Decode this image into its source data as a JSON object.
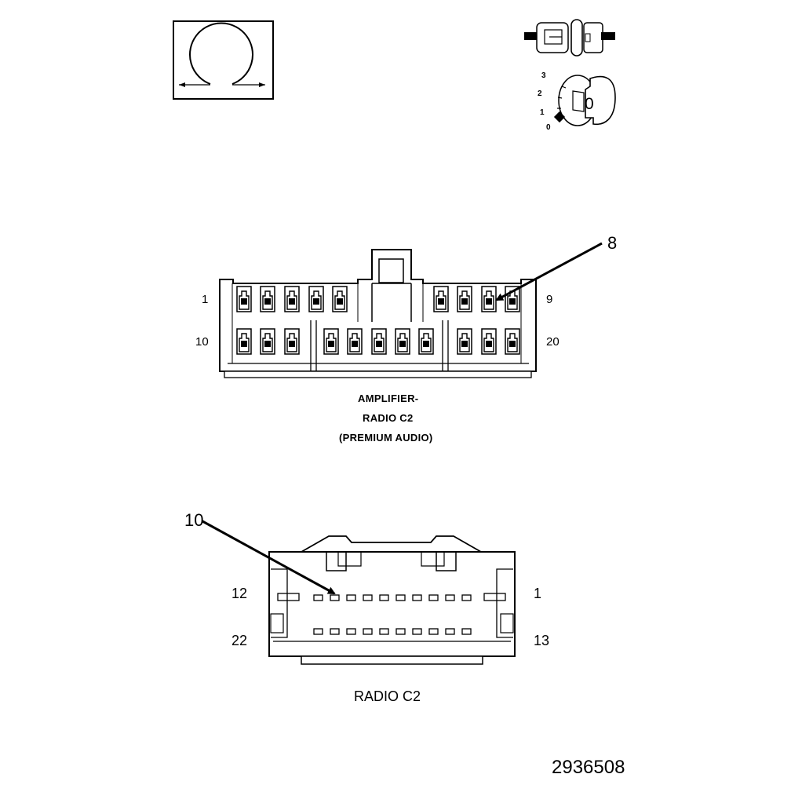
{
  "icons": {
    "ohm_meter": "ohmmeter-symbol-icon",
    "connector_disconnect": "disconnect-connector-icon",
    "ignition_key": "ignition-key-off-icon"
  },
  "ignition": {
    "positions": [
      "3",
      "2",
      "1",
      "0"
    ],
    "key_label": "0"
  },
  "amplifier_connector": {
    "pin_top_left": "1",
    "pin_top_right": "9",
    "pin_bottom_left": "10",
    "pin_bottom_right": "20",
    "callout": "8",
    "caption_lines": [
      "AMPLIFIER-",
      "RADIO C2",
      "(PREMIUM AUDIO)"
    ]
  },
  "radio_connector": {
    "pin_top_left": "12",
    "pin_top_right": "1",
    "pin_bottom_left": "22",
    "pin_bottom_right": "13",
    "callout": "10",
    "caption": "RADIO C2"
  },
  "figure_id": "2936508"
}
